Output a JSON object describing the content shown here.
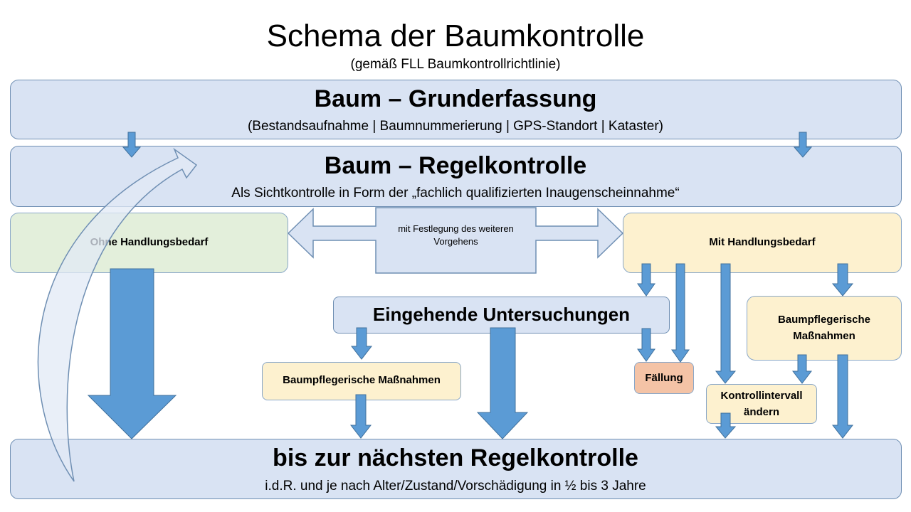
{
  "title": "Schema der Baumkontrolle",
  "subtitle": "(gemäß FLL Baumkontrollrichtlinie)",
  "grunderfassung": {
    "heading": "Baum – Grunderfassung",
    "detail": "(Bestandsaufnahme | Baumnummerierung | GPS-Standort | Kataster)"
  },
  "regelkontrolle": {
    "heading": "Baum – Regelkontrolle",
    "detail": "Als Sichtkontrolle in Form der „fachlich qualifizierten Inaugenscheinnahme“"
  },
  "ohne": "Ohne Handlungsbedarf",
  "festlegung": [
    "mit Festlegung des weiteren",
    "Vorgehens"
  ],
  "mit": "Mit Handlungsbedarf",
  "untersuchungen": "Eingehende Untersuchungen",
  "massnahmen_left": "Baumpflegerische Maßnahmen",
  "massnahmen_right": [
    "Baumpflegerische",
    "Maßnahmen"
  ],
  "faellung": "Fällung",
  "intervall": [
    "Kontrollintervall",
    "ändern"
  ],
  "naechste": {
    "heading": "bis zur nächsten Regelkontrolle",
    "detail": "i.d.R. und je nach Alter/Zustand/Vorschädigung in ½ bis 3 Jahre"
  },
  "colors": {
    "box_blue": "#d9e3f3",
    "box_green": "#e3efdb",
    "box_yellow": "#fdf1cf",
    "box_salmon": "#f4c3a6",
    "arrow_blue": "#5b9bd5"
  }
}
